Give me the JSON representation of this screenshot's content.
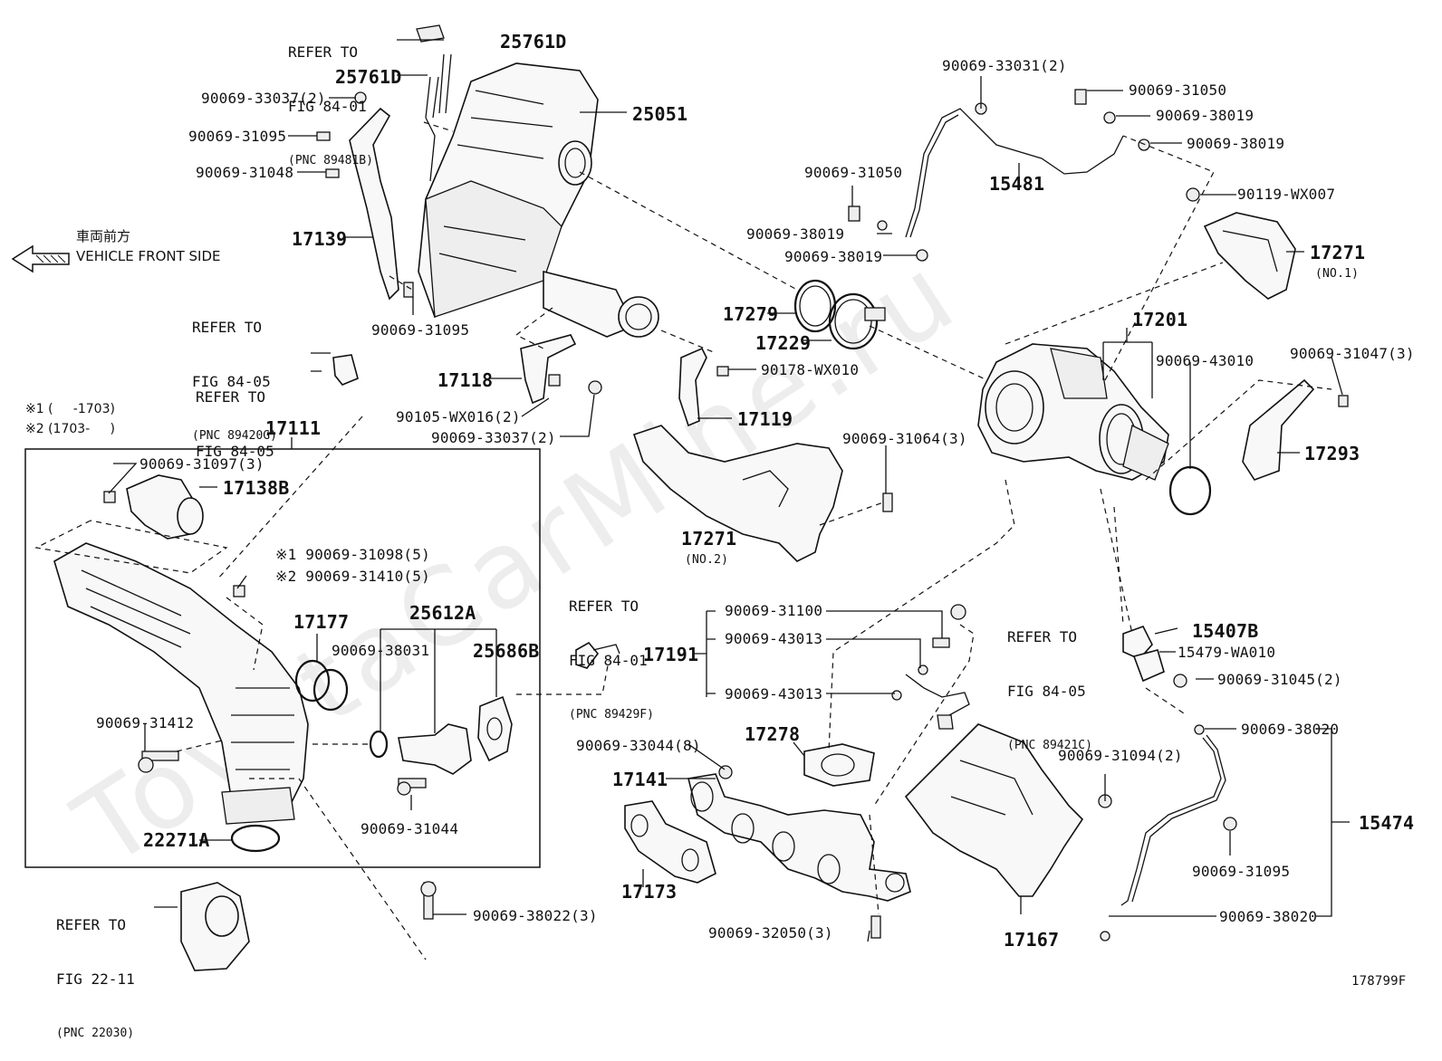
{
  "diagram_id": "178799F",
  "watermark": "ToyotaCarMine.ru",
  "front_indicator": {
    "jp": "車両前方",
    "en": "VEHICLE FRONT SIDE"
  },
  "notes": {
    "n1": "※1 (     -1703)",
    "n2": "※2 (1703-     )"
  },
  "group_box_label": "17111",
  "references": [
    {
      "l1": "REFER TO",
      "l2": "FIG 84-01",
      "pnc": "(PNC 89481B)"
    },
    {
      "l1": "REFER TO",
      "l2": "FIG 84-05",
      "pnc": "(PNC 89420G)"
    },
    {
      "l1": "REFER TO",
      "l2": "FIG 84-05",
      "pnc": ""
    },
    {
      "l1": "REFER TO",
      "l2": "FIG 84-01",
      "pnc": "(PNC 89429F)"
    },
    {
      "l1": "REFER TO",
      "l2": "FIG 84-05",
      "pnc": "(PNC 89421C)"
    },
    {
      "l1": "REFER TO",
      "l2": "FIG 22-11",
      "pnc": "(PNC 22030)"
    }
  ],
  "callouts": [
    {
      "text": "25761D",
      "big": true
    },
    {
      "text": "25761D",
      "big": true
    },
    {
      "text": "90069-33037(2)",
      "big": false
    },
    {
      "text": "25051",
      "big": true
    },
    {
      "text": "90069-31095",
      "big": false
    },
    {
      "text": "90069-31048",
      "big": false
    },
    {
      "text": "17139",
      "big": true
    },
    {
      "text": "90069-31095",
      "big": false
    },
    {
      "text": "17118",
      "big": true
    },
    {
      "text": "90105-WX016(2)",
      "big": false
    },
    {
      "text": "90069-33037(2)",
      "big": false
    },
    {
      "text": "90069-33031(2)",
      "big": false
    },
    {
      "text": "90069-31050",
      "big": false
    },
    {
      "text": "90069-38019",
      "big": false
    },
    {
      "text": "90069-38019",
      "big": false
    },
    {
      "text": "15481",
      "big": true
    },
    {
      "text": "90069-31050",
      "big": false
    },
    {
      "text": "90069-38019",
      "big": false
    },
    {
      "text": "90069-38019",
      "big": false
    },
    {
      "text": "90119-WX007",
      "big": false
    },
    {
      "text": "17271",
      "big": true
    },
    {
      "text": "(NO.1)",
      "big": false
    },
    {
      "text": "17279",
      "big": true
    },
    {
      "text": "17229",
      "big": true
    },
    {
      "text": "90178-WX010",
      "big": false
    },
    {
      "text": "17201",
      "big": true
    },
    {
      "text": "90069-43010",
      "big": false
    },
    {
      "text": "90069-31047(3)",
      "big": false
    },
    {
      "text": "17119",
      "big": true
    },
    {
      "text": "17293",
      "big": true
    },
    {
      "text": "90069-31064(3)",
      "big": false
    },
    {
      "text": "17271",
      "big": true
    },
    {
      "text": "(NO.2)",
      "big": false
    },
    {
      "text": "90069-31097(3)",
      "big": false
    },
    {
      "text": "17138B",
      "big": true
    },
    {
      "text": "※1 90069-31098(5)",
      "big": false
    },
    {
      "text": "※2 90069-31410(5)",
      "big": false
    },
    {
      "text": "17177",
      "big": true
    },
    {
      "text": "25612A",
      "big": true
    },
    {
      "text": "90069-38031",
      "big": false
    },
    {
      "text": "25686B",
      "big": true
    },
    {
      "text": "90069-31412",
      "big": false
    },
    {
      "text": "90069-31044",
      "big": false
    },
    {
      "text": "22271A",
      "big": true
    },
    {
      "text": "90069-31100",
      "big": false
    },
    {
      "text": "90069-43013",
      "big": false
    },
    {
      "text": "17191",
      "big": true
    },
    {
      "text": "90069-43013",
      "big": false
    },
    {
      "text": "15407B",
      "big": true
    },
    {
      "text": "15479-WA010",
      "big": false
    },
    {
      "text": "90069-31045(2)",
      "big": false
    },
    {
      "text": "90069-38020",
      "big": false
    },
    {
      "text": "17278",
      "big": true
    },
    {
      "text": "90069-33044(8)",
      "big": false
    },
    {
      "text": "17141",
      "big": true
    },
    {
      "text": "90069-31094(2)",
      "big": false
    },
    {
      "text": "15474",
      "big": true
    },
    {
      "text": "90069-31095",
      "big": false
    },
    {
      "text": "17173",
      "big": true
    },
    {
      "text": "90069-38022(3)",
      "big": false
    },
    {
      "text": "90069-32050(3)",
      "big": false
    },
    {
      "text": "17167",
      "big": true
    },
    {
      "text": "90069-38020",
      "big": false
    }
  ]
}
